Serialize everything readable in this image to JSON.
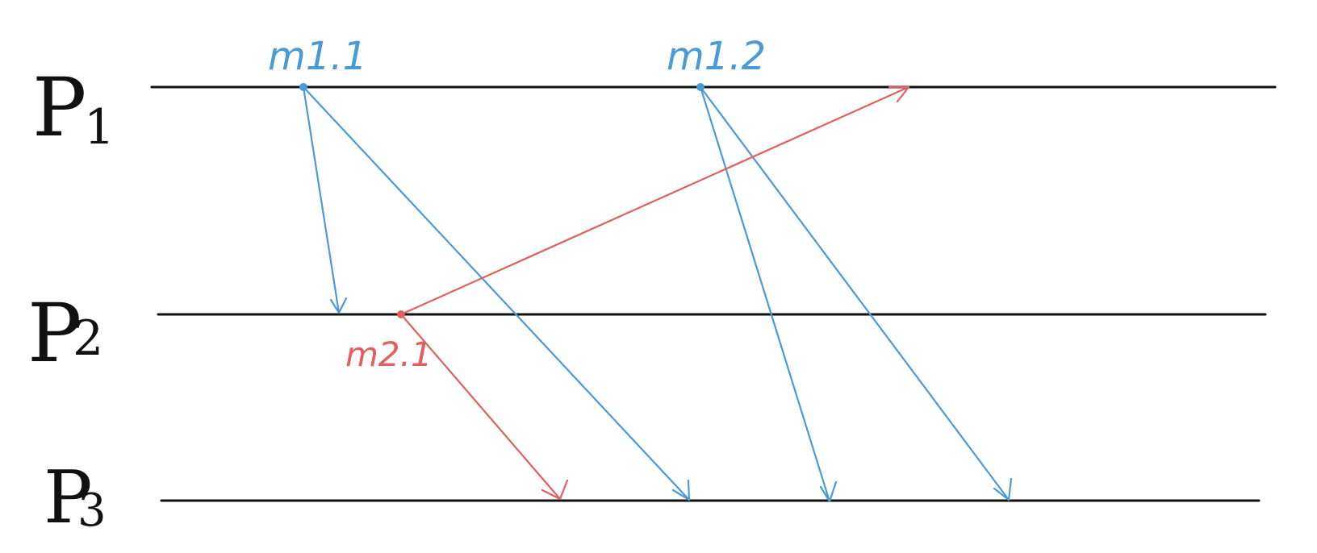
{
  "colors": {
    "timeline": "#111111",
    "blue": "#4a9ad6",
    "red": "#e06060"
  },
  "processes": [
    {
      "id": "p1",
      "label": "P",
      "subscript": "1"
    },
    {
      "id": "p2",
      "label": "P",
      "subscript": "2"
    },
    {
      "id": "p3",
      "label": "P",
      "subscript": "3"
    }
  ],
  "messages": [
    {
      "id": "m1.1",
      "label": "m1.1",
      "color": "blue",
      "from": "p1",
      "to": [
        "p2",
        "p3"
      ]
    },
    {
      "id": "m1.2",
      "label": "m1.2",
      "color": "blue",
      "from": "p1",
      "to": [
        "p3",
        "p3"
      ]
    },
    {
      "id": "m2.1",
      "label": "m2.1",
      "color": "red",
      "from": "p2",
      "to": [
        "p1",
        "p3"
      ]
    }
  ]
}
